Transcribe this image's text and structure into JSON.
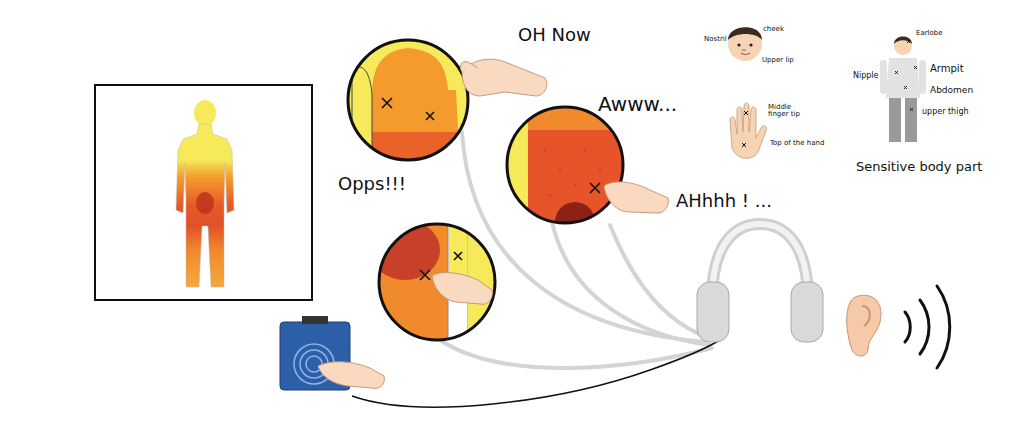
{
  "diagram": {
    "labels": [
      "OH Now",
      "Awww...",
      "Opps!!!",
      "AHhhh ! ...",
      "Nostril",
      "cheek",
      "Upper lip",
      "Middle finger tip",
      "Top of the hand",
      "Earlobe",
      "Nipple",
      "Armpit",
      "Abdomen",
      "upper thigh",
      "Sensitive body part"
    ]
  }
}
